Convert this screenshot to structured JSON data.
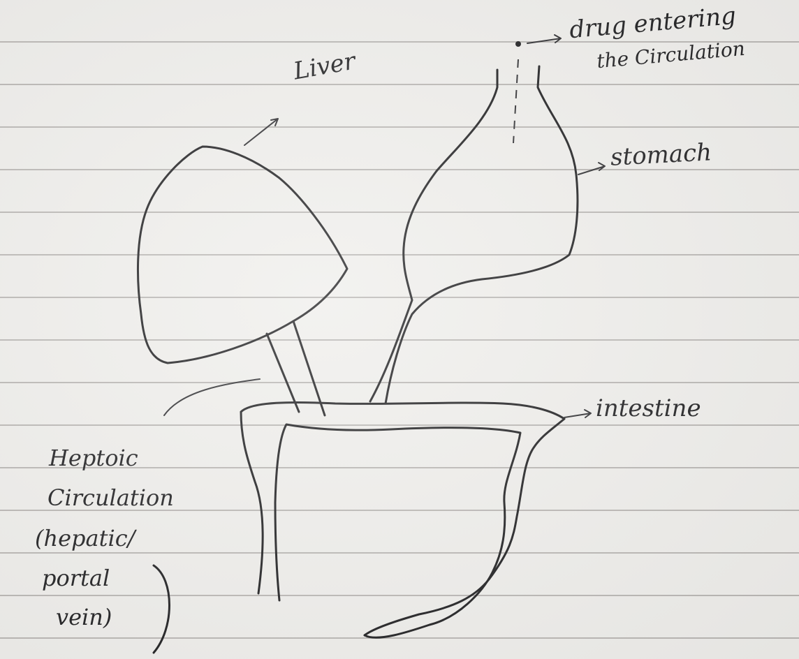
{
  "labels": {
    "liver": "Liver",
    "drug_line1": "drug entering",
    "drug_line2": "the Circulation",
    "stomach": "stomach",
    "intestine": "intestine",
    "heptoic_line1": "Heptoic",
    "heptoic_line2": "Circulation",
    "heptoic_line3": "(hepatic/",
    "heptoic_line4": "portal",
    "heptoic_line5": "vein)"
  },
  "colors": {
    "ink": "#1b1b1d",
    "paper": "#efeeeb",
    "rule": "#b9b6b3"
  }
}
